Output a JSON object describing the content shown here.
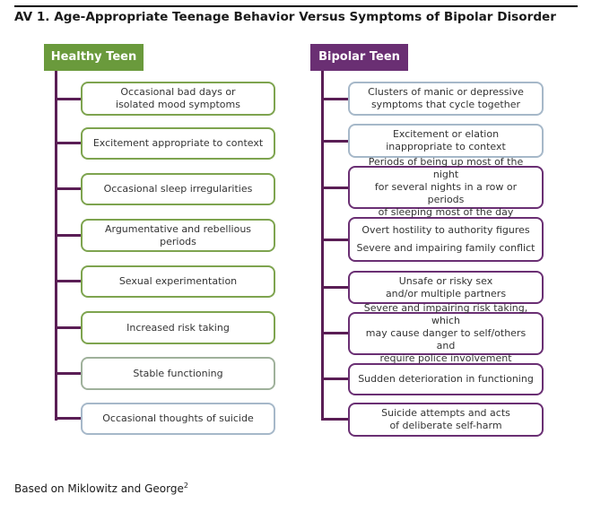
{
  "title": "AV 1. Age-Appropriate Teenage Behavior Versus Symptoms of Bipolar Disorder",
  "healthy": {
    "header": "Healthy Teen",
    "items": [
      "Occasional bad days or\nisolated mood symptoms",
      "Excitement appropriate to context",
      "Occasional sleep irregularities",
      "Argumentative and rebellious periods",
      "Sexual experimentation",
      "Increased risk taking",
      "Stable functioning",
      "Occasional thoughts of suicide"
    ]
  },
  "bipolar": {
    "header": "Bipolar Teen",
    "items": [
      "Clusters of manic or depressive\nsymptoms that cycle together",
      "Excitement or elation\ninappropriate to context",
      "Periods of being up most of the night\nfor several nights in a row or periods\nof sleeping most of the day",
      "Sudden deterioration in functioning",
      "Unsafe or risky sex\nand/or multiple partners",
      "Severe and impairing risk taking, which\nmay cause danger to self/others and\nrequire police involvement",
      "Suicide attempts and acts\nof deliberate self-harm"
    ],
    "hostility_item": {
      "line1": "Overt hostility to authority figures",
      "line2": "Severe and impairing family conflict"
    }
  },
  "footnote": {
    "text": "Based on Miklowitz and George",
    "superscript": "2"
  },
  "colors": {
    "healthy_header": "#6a9a3c",
    "bipolar_header": "#6a2f73",
    "connector": "#5a1e55",
    "box_green": "#7ea44f",
    "box_sage": "#9fb19b",
    "box_blue": "#a6b8c9",
    "box_purple": "#6a2f73"
  }
}
